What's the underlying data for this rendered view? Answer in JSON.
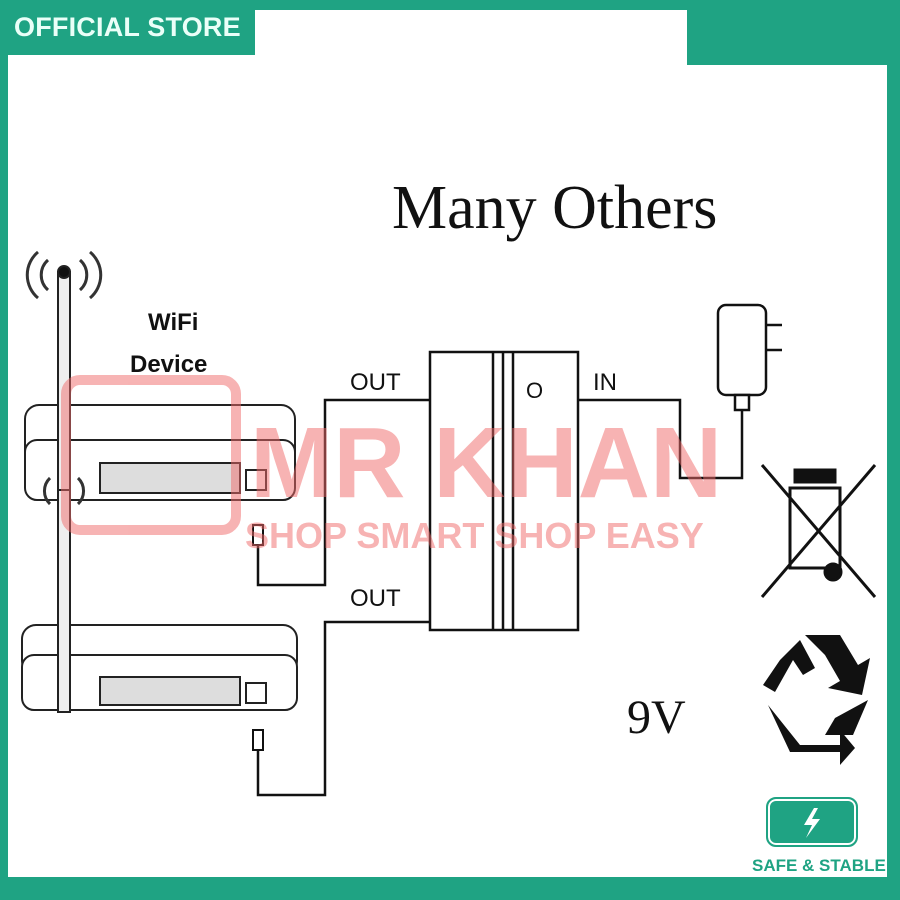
{
  "banner": {
    "official_store": "OFFICIAL STORE"
  },
  "diagram": {
    "title": "Many Others",
    "device_label_line1": "WiFi",
    "device_label_line2": "Device",
    "out_label_1": "OUT",
    "out_label_2": "OUT",
    "switch_label": "O",
    "in_label": "IN",
    "voltage": "9V"
  },
  "watermark": {
    "brand": "MR KHAN",
    "slogan": "SHOP SMART SHOP EASY"
  },
  "badge": {
    "label": "SAFE & STABLE",
    "icon": "lightning-icon"
  },
  "colors": {
    "brand_green": "#1fa383",
    "watermark_pink": "#f28b8b"
  }
}
